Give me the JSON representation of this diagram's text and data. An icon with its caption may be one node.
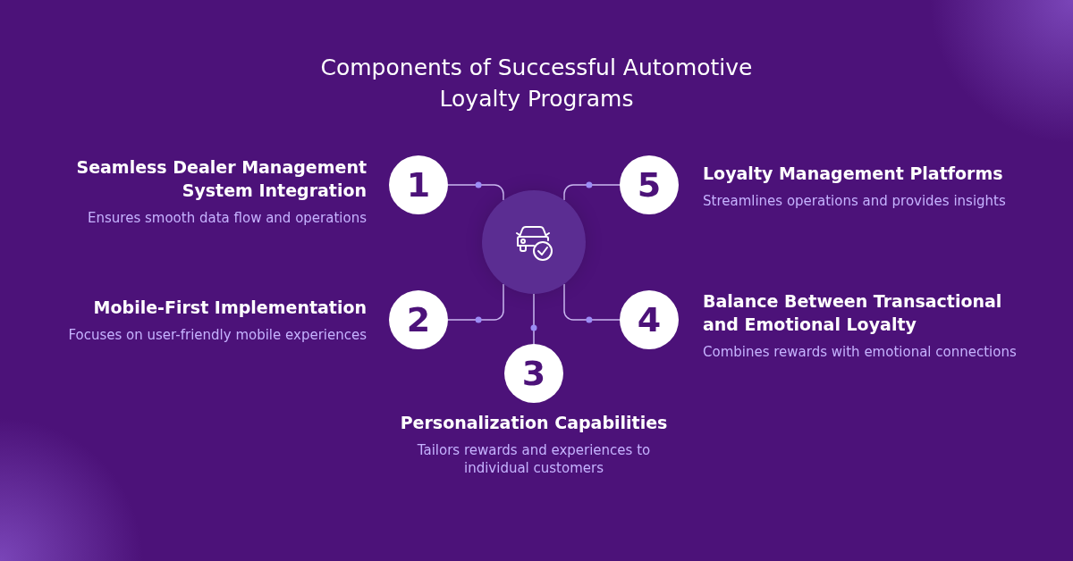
{
  "diagram": {
    "title": "Components of Successful Automotive Loyalty Programs",
    "nodes": [
      {
        "text": [],
        "shape": "circle"
      },
      {
        "text": [
          "1"
        ],
        "beside": [
          "Seamless Dealer Management System Integration",
          "Ensures smooth data flow and operations"
        ]
      },
      {
        "text": [
          "2"
        ],
        "beside": [
          "Mobile-First Implementation",
          "Focuses on user-friendly mobile experiences"
        ]
      },
      {
        "text": [
          "3"
        ],
        "beside": [
          "Personalization Capabilities",
          "Tailors rewards and experiences to individual customers"
        ]
      },
      {
        "text": [
          "4"
        ],
        "beside": [
          "Balance Between Transactional and Emotional Loyalty",
          "Combines rewards with emotional connections"
        ]
      },
      {
        "text": [
          "5"
        ],
        "beside": [
          "Loyalty Management Platforms",
          "Streamlines operations and provides insights"
        ]
      }
    ],
    "edges": [
      {
        "from": 0,
        "to": 1,
        "arrow": "none"
      },
      {
        "from": 0,
        "to": 2,
        "arrow": "none"
      },
      {
        "from": 0,
        "to": 3,
        "arrow": "none"
      },
      {
        "from": 0,
        "to": 4,
        "arrow": "none"
      },
      {
        "from": 0,
        "to": 5,
        "arrow": "none"
      }
    ]
  }
}
